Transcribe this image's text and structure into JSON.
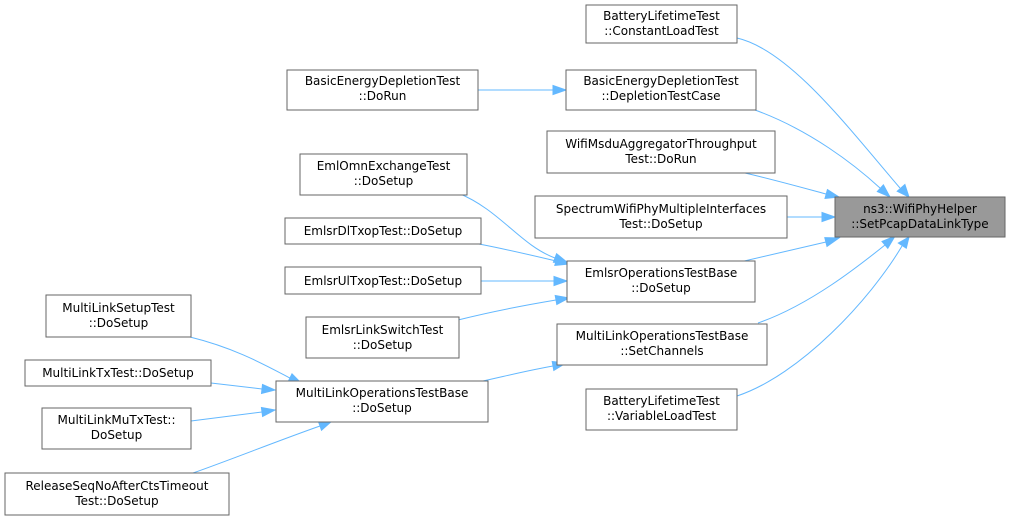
{
  "colors": {
    "edge": "#63b8ff",
    "node_border": "#666666",
    "node_fill": "#ffffff",
    "root_fill": "#999999",
    "text": "#000000"
  },
  "nodes": {
    "root": {
      "lines": [
        "ns3::WifiPhyHelper",
        "::SetPcapDataLinkType"
      ]
    },
    "battery_constant": {
      "lines": [
        "BatteryLifetimeTest",
        "::ConstantLoadTest"
      ]
    },
    "basic_dorun": {
      "lines": [
        "BasicEnergyDepletionTest",
        "::DoRun"
      ]
    },
    "basic_depletion": {
      "lines": [
        "BasicEnergyDepletionTest",
        "::DepletionTestCase"
      ]
    },
    "wifi_msdu": {
      "lines": [
        "WifiMsduAggregatorThroughput",
        "Test::DoRun"
      ]
    },
    "eml_omn": {
      "lines": [
        "EmlOmnExchangeTest",
        "::DoSetup"
      ]
    },
    "spectrum": {
      "lines": [
        "SpectrumWifiPhyMultipleInterfaces",
        "Test::DoSetup"
      ]
    },
    "emlsr_dl": {
      "lines": [
        "EmlsrDlTxopTest::DoSetup"
      ]
    },
    "emlsr_ops": {
      "lines": [
        "EmlsrOperationsTestBase",
        "::DoSetup"
      ]
    },
    "emlsr_ul": {
      "lines": [
        "EmlsrUlTxopTest::DoSetup"
      ]
    },
    "emlsr_link": {
      "lines": [
        "EmlsrLinkSwitchTest",
        "::DoSetup"
      ]
    },
    "multi_ops_chan": {
      "lines": [
        "MultiLinkOperationsTestBase",
        "::SetChannels"
      ]
    },
    "multi_setup": {
      "lines": [
        "MultiLinkSetupTest",
        "::DoSetup"
      ]
    },
    "multi_tx": {
      "lines": [
        "MultiLinkTxTest::DoSetup"
      ]
    },
    "multi_ops_setup": {
      "lines": [
        "MultiLinkOperationsTestBase",
        "::DoSetup"
      ]
    },
    "battery_variable": {
      "lines": [
        "BatteryLifetimeTest",
        "::VariableLoadTest"
      ]
    },
    "multi_mutx": {
      "lines": [
        "MultiLinkMuTxTest::",
        "DoSetup"
      ]
    },
    "release_seq": {
      "lines": [
        "ReleaseSeqNoAfterCtsTimeout",
        "Test::DoSetup"
      ]
    }
  }
}
